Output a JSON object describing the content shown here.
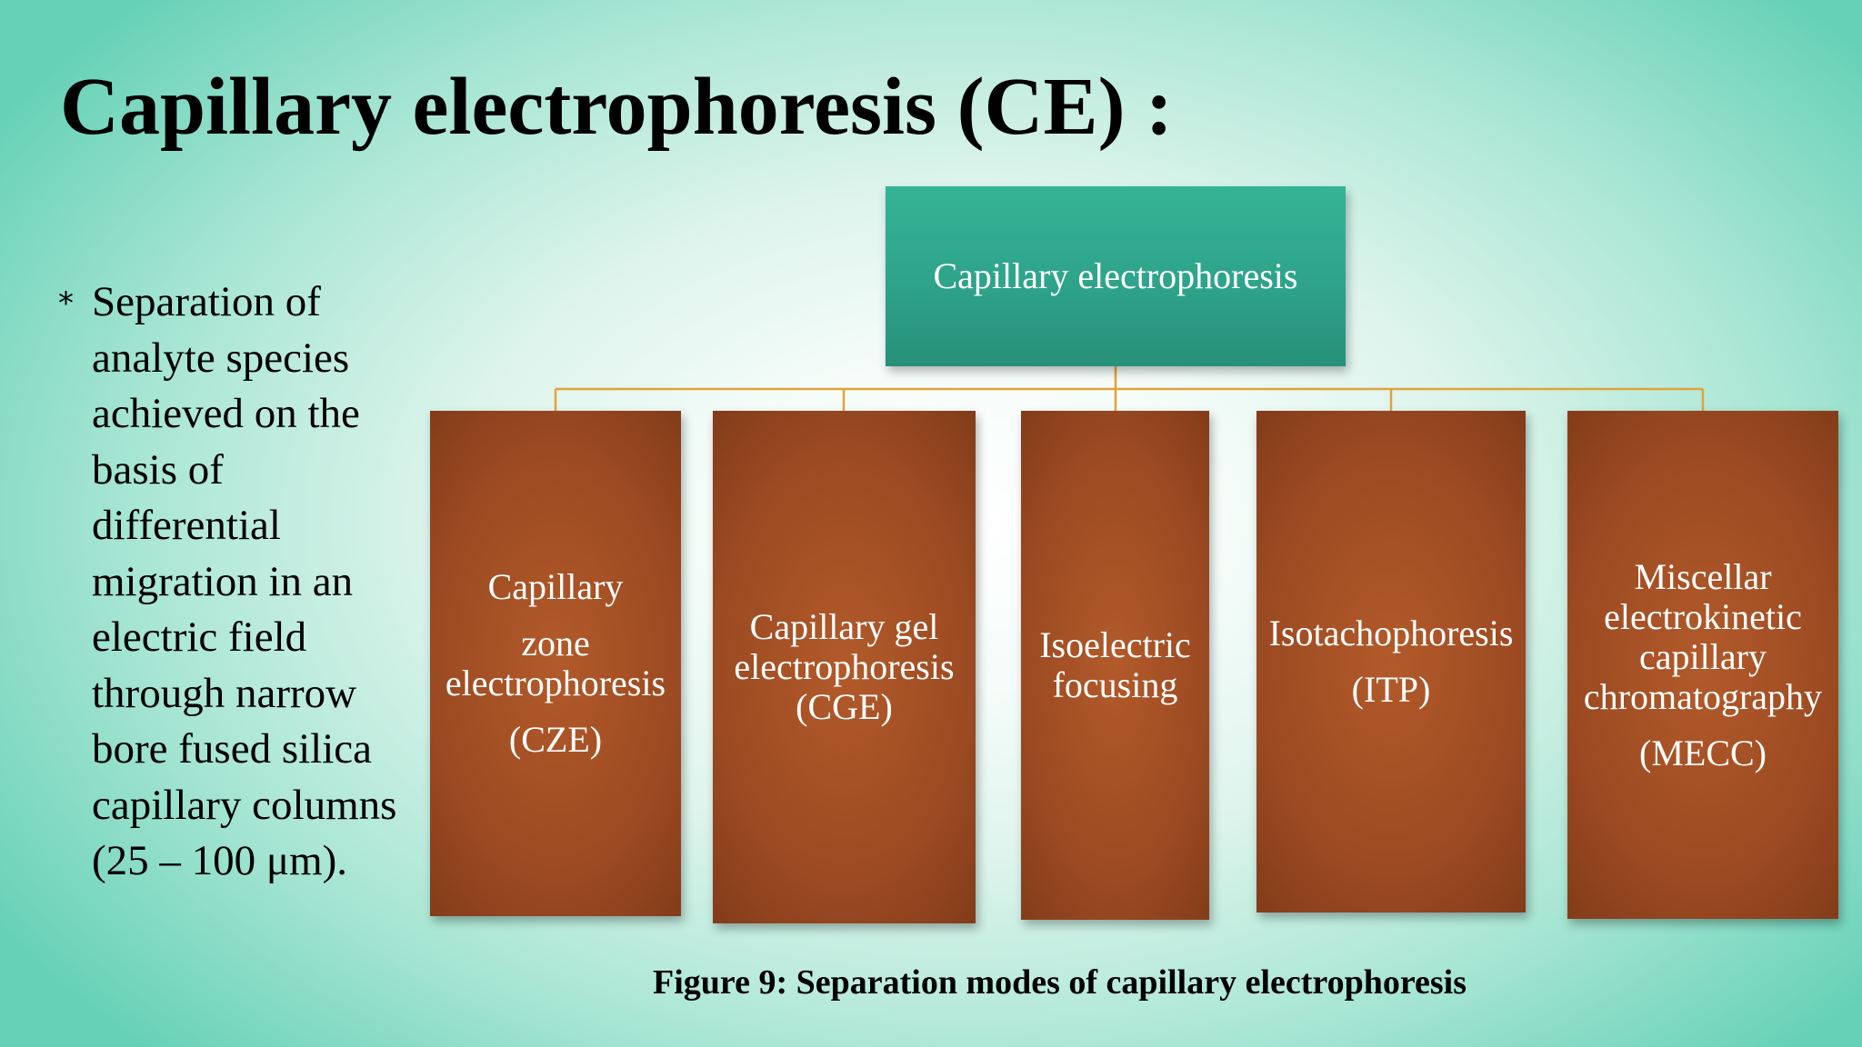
{
  "slide": {
    "title": "Capillary electrophoresis (CE) :",
    "bullet": {
      "symbol": "*",
      "lines": [
        "Separation of",
        "analyte species",
        "achieved on the",
        "basis of",
        "differential",
        "migration in an",
        "electric field",
        "through narrow",
        "bore fused silica",
        "capillary columns",
        "(25 – 100 μm)."
      ]
    },
    "diagram": {
      "root": "Capillary electrophoresis",
      "children": [
        {
          "lines": [
            "Capillary",
            "zone",
            "electrophoresis",
            "(CZE)"
          ]
        },
        {
          "lines": [
            "Capillary gel",
            "electrophoresis",
            "(CGE)"
          ]
        },
        {
          "lines": [
            "Isoelectric",
            "focusing"
          ]
        },
        {
          "lines": [
            "Isotachophoresis",
            "(ITP)"
          ]
        },
        {
          "lines": [
            "Miscellar",
            "electrokinetic",
            "capillary",
            "chromatography",
            "(MECC)"
          ]
        }
      ]
    },
    "caption": "Figure 9: Separation modes of capillary electrophoresis"
  },
  "colors": {
    "root_box": "#2ea38a",
    "child_box": "#9c4a22",
    "connector": "#e0a33a",
    "text_on_box": "#ffffff"
  }
}
